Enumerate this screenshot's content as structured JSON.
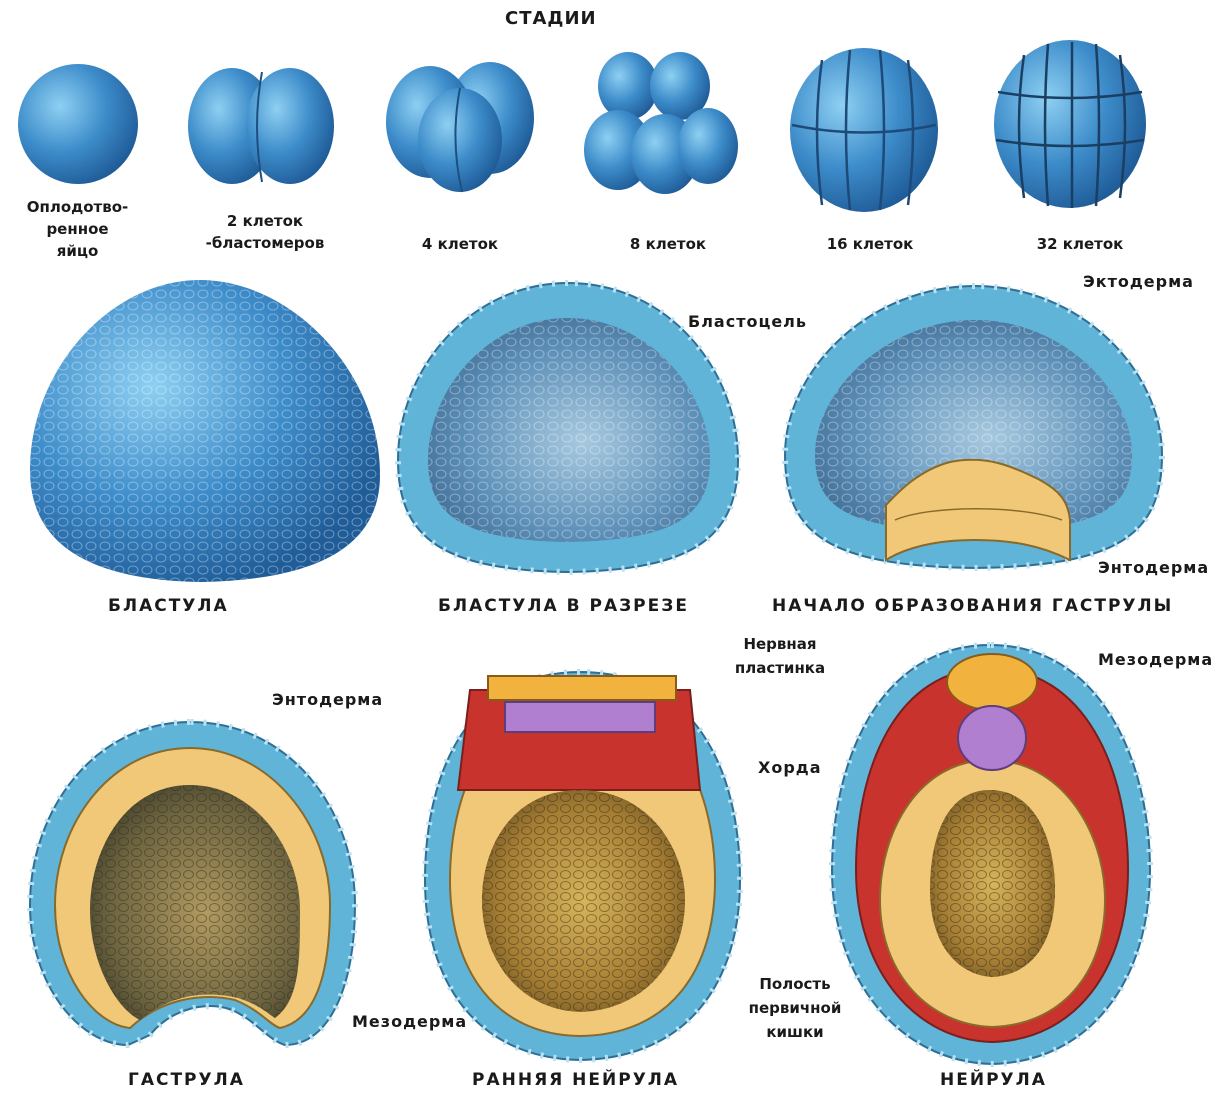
{
  "title": "СТАДИИ",
  "stages": [
    {
      "label": "Оплодотво-\nренное\nяйцо"
    },
    {
      "label": "2 клеток\n-бластомеров"
    },
    {
      "label": "4 клеток"
    },
    {
      "label": "8 клеток"
    },
    {
      "label": "16 клеток"
    },
    {
      "label": "32 клеток"
    }
  ],
  "captions": {
    "blastula": "БЛАСТУЛА",
    "blastula_section": "БЛАСТУЛА В РАЗРЕЗЕ",
    "gastrula_start": "НАЧАЛО ОБРАЗОВАНИЯ ГАСТРУЛЫ",
    "gastrula": "ГАСТРУЛА",
    "early_neurula": "РАННЯЯ НЕЙРУЛА",
    "neurula": "НЕЙРУЛА"
  },
  "labels": {
    "blastocoel": "Бластоцель",
    "ectoderm": "Эктодерма",
    "endoderm_1": "Энтодерма",
    "endoderm_2": "Энтодерма",
    "neural_plate": "Нервная\nпластинка",
    "mesoderm_1": "Мезодерма",
    "mesoderm_2": "Мезодерма",
    "chorda": "Хорда",
    "gut_cavity": "Полость\nпервичной\nкишки"
  },
  "colors": {
    "ectoderm": "#5fb4d8",
    "blastomere": "#4a8fc9",
    "endoderm": "#f0c877",
    "mesoderm": "#c8332e",
    "neural_plate": "#f1b23e",
    "chorda": "#b07fd0",
    "gut": "#c79a3e"
  }
}
